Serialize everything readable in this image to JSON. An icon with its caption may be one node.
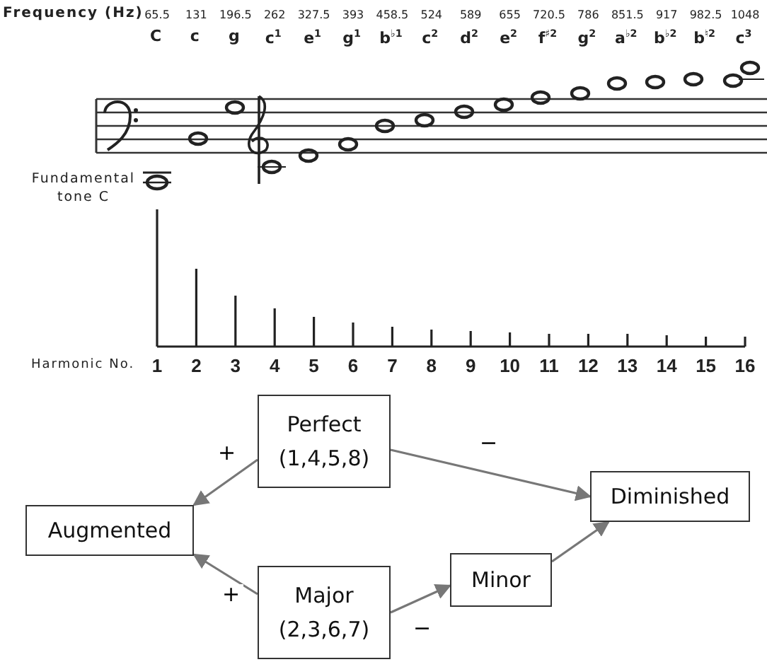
{
  "diagram": {
    "nodes": [
      {
        "text": [
          "Perfect",
          "(1,4,5,8)"
        ]
      },
      {
        "text": [
          "Augmented"
        ]
      },
      {
        "text": [
          "Diminished"
        ]
      },
      {
        "text": [
          "Major",
          "(2,3,6,7)"
        ]
      },
      {
        "text": [
          "Minor"
        ]
      }
    ],
    "edges": [
      {
        "from": 0,
        "to": 1,
        "arrow": "to",
        "label": "+"
      },
      {
        "from": 0,
        "to": 2,
        "arrow": "to",
        "label": "−"
      },
      {
        "from": 3,
        "to": 1,
        "arrow": "to",
        "label": "+"
      },
      {
        "from": 3,
        "to": 4,
        "arrow": "to",
        "label": "−"
      },
      {
        "from": 4,
        "to": 2,
        "arrow": "to"
      }
    ],
    "labels": [
      "Frequency (Hz)",
      "65.5",
      "131",
      "196.5",
      "262",
      "327.5",
      "393",
      "458.5",
      "524",
      "589",
      "655",
      "720.5",
      "786",
      "851.5",
      "917",
      "982.5",
      "1048",
      "C",
      "c",
      "g",
      "c$^{1}$",
      "e$^{1}$",
      "g$^{1}$",
      "b$^{♭1}$",
      "c$^{2}$",
      "d$^{2}$",
      "e$^{2}$",
      "f$^{♯2}$",
      "g$^{2}$",
      "a$^{♭2}$",
      "b$^{♭2}$",
      "b$^{♮2}$",
      "c$^{3}$",
      "Fundamental tone C",
      "Harmonic No.",
      "1",
      "2",
      "3",
      "4",
      "5",
      "6",
      "7",
      "8",
      "9",
      "10",
      "11",
      "12",
      "13",
      "14",
      "15",
      "16"
    ]
  }
}
